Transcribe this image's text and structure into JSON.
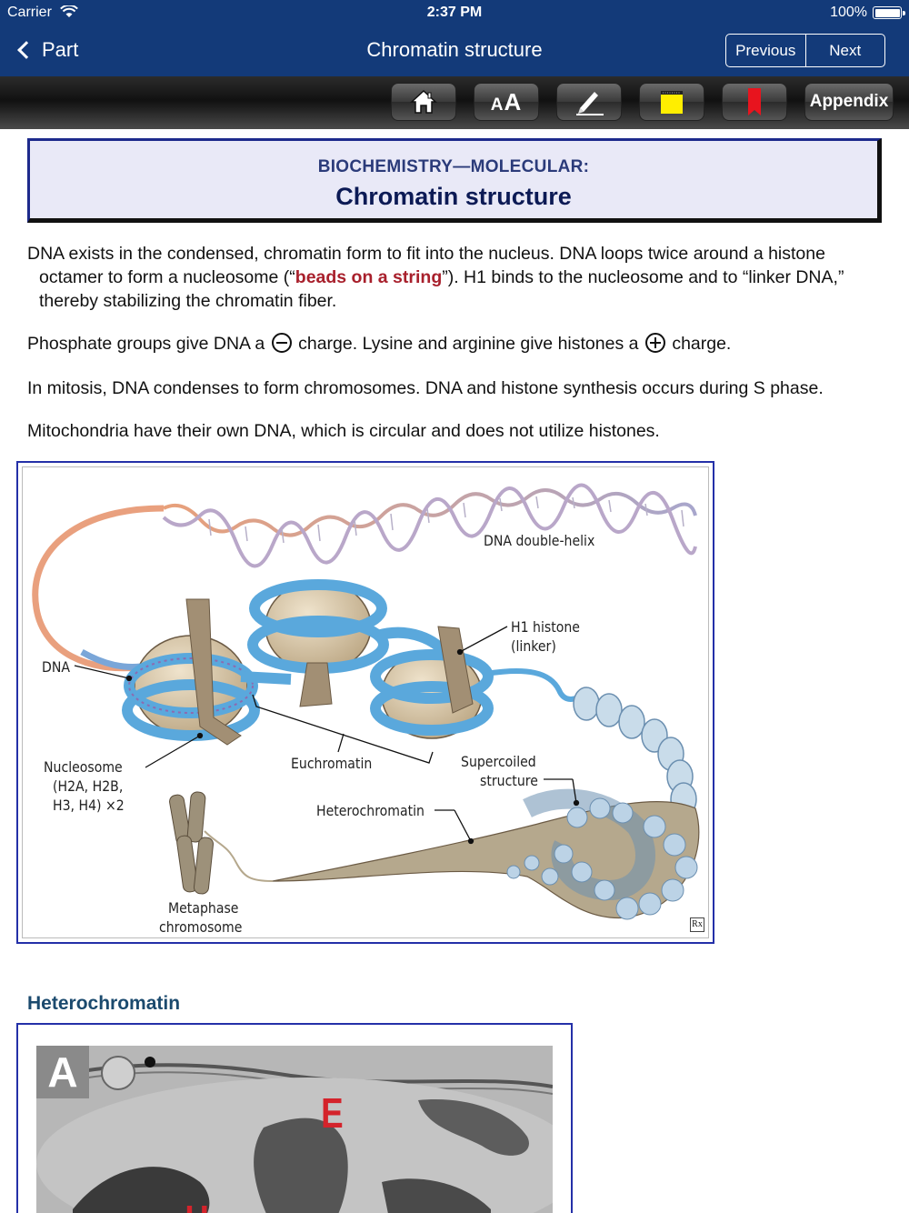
{
  "status_bar": {
    "carrier": "Carrier",
    "time": "2:37 PM",
    "battery": "100%"
  },
  "nav": {
    "back_label": "Part",
    "title": "Chromatin structure",
    "previous_label": "Previous",
    "next_label": "Next"
  },
  "toolbar": {
    "buttons": [
      {
        "icon": "home-icon"
      },
      {
        "icon": "font-size-icon",
        "label": "AA"
      },
      {
        "icon": "pencil-icon"
      },
      {
        "icon": "note-icon"
      },
      {
        "icon": "bookmark-icon"
      }
    ],
    "appendix_label": "Appendix"
  },
  "header": {
    "category": "BIOCHEMISTRY—MOLECULAR:",
    "title": "Chromatin structure"
  },
  "body": {
    "p1_part1": "DNA exists in the condensed, chromatin form to fit into the nucleus. DNA loops twice around a histone octamer to form a nucleosome (“",
    "p1_emphasis": "beads on a string",
    "p1_part2": "”). H1 binds to the nucleosome and to “linker DNA,” thereby stabilizing the chromatin fiber.",
    "p2_part1": "Phosphate groups give DNA a",
    "p2_part2": "charge. Lysine and arginine give histones a",
    "p2_part3": "charge.",
    "p3": "In mitosis, DNA condenses to form chromosomes. DNA and histone synthesis occurs during S phase.",
    "p4": "Mitochondria have their own DNA, which is circular and does not utilize histones."
  },
  "figure": {
    "labels": {
      "double_helix": "DNA double-helix",
      "h1_line1": "H1 histone",
      "h1_line2": "(linker)",
      "dna": "DNA",
      "nucleosome_line1": "Nucleosome",
      "nucleosome_line2": "(H2A, H2B,",
      "nucleosome_line3": "H3, H4) ×2",
      "euchromatin": "Euchromatin",
      "supercoiled_line1": "Supercoiled",
      "supercoiled_line2": "structure",
      "heterochromatin": "Heterochromatin",
      "metaphase_line1": "Metaphase",
      "metaphase_line2": "chromosome"
    },
    "logo": "Rx",
    "colors": {
      "histone": "#d9c5a3",
      "dna_coil": "#5aaee0",
      "chromatin": "#b0a48a"
    }
  },
  "section2": {
    "heading": "Heterochromatin",
    "panel_letter": "A",
    "label_e": "E",
    "label_h": "H"
  }
}
